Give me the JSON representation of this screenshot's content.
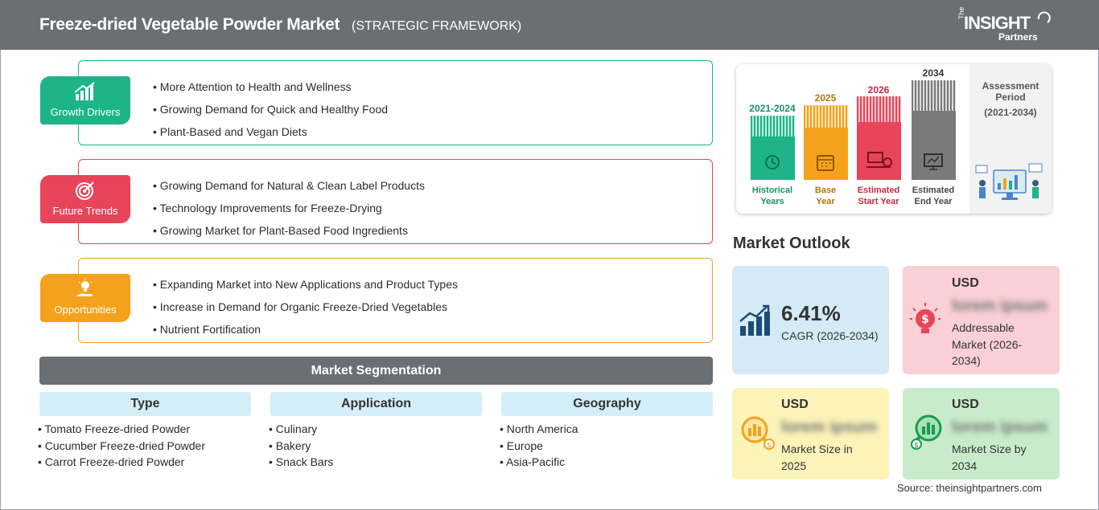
{
  "header": {
    "title": "Freeze-dried Vegetable Powder Market",
    "subtitle": "(STRATEGIC FRAMEWORK)",
    "logo": {
      "the": "The",
      "insight": "INSIGHT",
      "partners": "Partners"
    }
  },
  "framework": [
    {
      "label": "Growth Drivers",
      "color": "#1db48a",
      "icon": "growth-chart-icon",
      "items": [
        "More Attention to Health and Wellness",
        "Growing Demand for Quick and Healthy Food",
        "Plant-Based and Vegan Diets"
      ]
    },
    {
      "label": "Future Trends",
      "color": "#e8445a",
      "icon": "target-icon",
      "items": [
        "Growing Demand for Natural & Clean Label Products",
        "Technology Improvements for Freeze-Drying",
        "Growing Market for Plant-Based Food Ingredients"
      ]
    },
    {
      "label": "Opportunities",
      "color": "#f4a21c",
      "icon": "lightbulb-hand-icon",
      "items": [
        "Expanding Market into New Applications and Product Types",
        "Increase in Demand for Organic Freeze-Dried Vegetables",
        "Nutrient Fortification"
      ]
    }
  ],
  "segmentation": {
    "title": "Market Segmentation",
    "columns": [
      {
        "heading": "Type",
        "items": [
          "Tomato Freeze-dried Powder",
          "Cucumber Freeze-dried Powder",
          "Carrot Freeze-dried Powder"
        ]
      },
      {
        "heading": "Application",
        "items": [
          "Culinary",
          "Bakery",
          "Snack Bars"
        ]
      },
      {
        "heading": "Geography",
        "items": [
          "North America",
          "Europe",
          "Asia-Pacific"
        ]
      }
    ]
  },
  "timeline": {
    "columns": [
      {
        "year": "2021-2024",
        "label1": "Historical",
        "label2": "Years",
        "color": "#1db48a"
      },
      {
        "year": "2025",
        "label1": "Base",
        "label2": "Year",
        "color": "#f4a21c"
      },
      {
        "year": "2026",
        "label1": "Estimated",
        "label2": "Start Year",
        "color": "#e8445a"
      },
      {
        "year": "2034",
        "label1": "Estimated",
        "label2": "End Year",
        "color": "#7a7a7a"
      }
    ],
    "assessment_label": "Assessment Period",
    "assessment_range": "(2021-2034)"
  },
  "outlook": {
    "title": "Market Outlook",
    "cagr": {
      "value": "6.41%",
      "label": "CAGR (2026-2034)"
    },
    "addressable": {
      "currency": "USD",
      "value": "lorem ipsum",
      "label": "Addressable Market (2026-2034)"
    },
    "size_2025": {
      "currency": "USD",
      "value": "lorem ipsum",
      "label": "Market Size in 2025"
    },
    "size_2034": {
      "currency": "USD",
      "value": "lorem ipsum",
      "label": "Market Size by 2034"
    }
  },
  "source": "Source: theinsightpartners.com"
}
